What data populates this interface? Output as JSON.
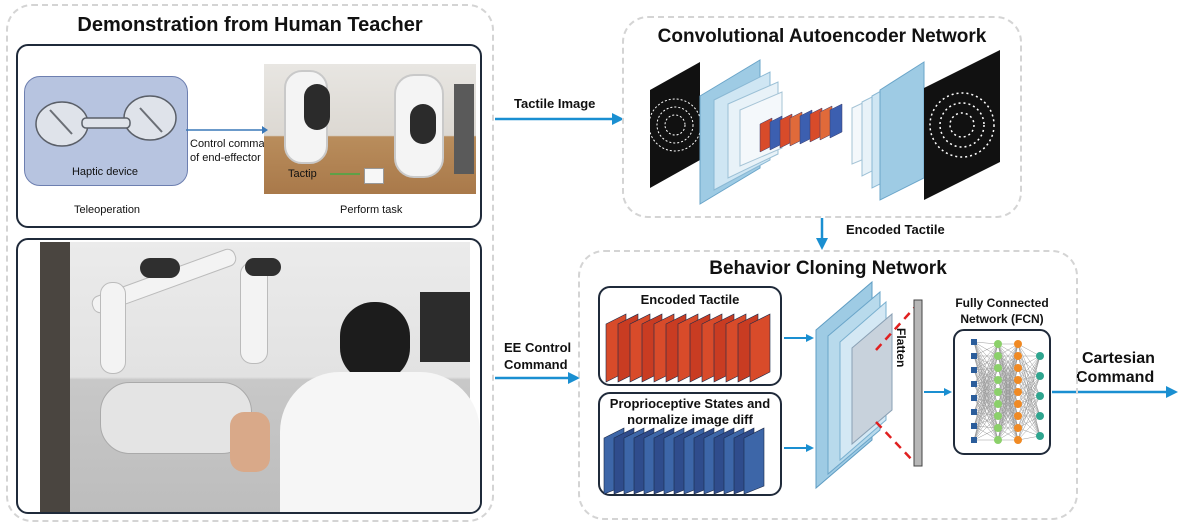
{
  "demo": {
    "title": "Demonstration from Human Teacher",
    "haptic_label": "Haptic device",
    "control_line1": "Control command",
    "control_line2": "of end-effector",
    "teleop_label": "Teleoperation",
    "task_label": "Perform task",
    "tactip_label": "Tactip"
  },
  "autoencoder": {
    "title": "Convolutional Autoencoder Network"
  },
  "bc": {
    "title": "Behavior Cloning Network",
    "encoded_tactile_box": "Encoded Tactile",
    "proprio_line1": "Proprioceptive States and",
    "proprio_line2": "normalize image diff",
    "flatten": "Flatten",
    "fcn_line1": "Fully Connected",
    "fcn_line2": "Network (FCN)"
  },
  "arrows": {
    "tactile_image": "Tactile Image",
    "encoded_tactile": "Encoded Tactile",
    "ee_line1": "EE Control",
    "ee_line2": "Command",
    "cart_line1": "Cartesian",
    "cart_line2": "Command"
  },
  "colors": {
    "arrow": "#1a8fd1",
    "box_border": "#1f2a3a",
    "dash": "#d4d4d4",
    "layer_blue": "#8fc4e0",
    "heatmap": "#d84b2a",
    "node_blue": "#2b5d9b",
    "node_green": "#8bd06a",
    "node_orange": "#f08a24",
    "node_teal": "#2fa58f"
  }
}
